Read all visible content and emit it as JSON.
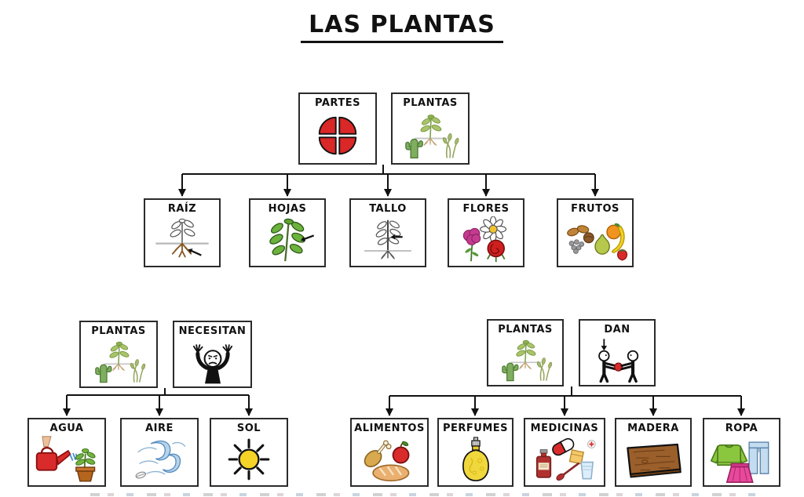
{
  "title": "LAS PLANTAS",
  "trees": {
    "parts": {
      "headers": [
        {
          "label": "PARTES",
          "icon": "four-quadrant-circle-icon"
        },
        {
          "label": "PLANTAS",
          "icon": "plants-icon"
        }
      ],
      "children": [
        {
          "label": "RAÍZ",
          "icon": "root-icon"
        },
        {
          "label": "HOJAS",
          "icon": "leaves-icon"
        },
        {
          "label": "TALLO",
          "icon": "stem-icon"
        },
        {
          "label": "FLORES",
          "icon": "flowers-icon"
        },
        {
          "label": "FRUTOS",
          "icon": "fruits-nuts-icon"
        }
      ]
    },
    "needs": {
      "headers": [
        {
          "label": "PLANTAS",
          "icon": "plants-icon"
        },
        {
          "label": "NECESITAN",
          "icon": "person-needing-icon"
        }
      ],
      "children": [
        {
          "label": "AGUA",
          "icon": "watering-can-plant-icon"
        },
        {
          "label": "AIRE",
          "icon": "wind-icon"
        },
        {
          "label": "SOL",
          "icon": "sun-icon"
        }
      ]
    },
    "gives": {
      "headers": [
        {
          "label": "PLANTAS",
          "icon": "plants-icon"
        },
        {
          "label": "DAN",
          "icon": "giving-figures-icon"
        }
      ],
      "children": [
        {
          "label": "ALIMENTOS",
          "icon": "food-icon"
        },
        {
          "label": "PERFUMES",
          "icon": "perfume-bottle-icon"
        },
        {
          "label": "MEDICINAS",
          "icon": "medicines-icon"
        },
        {
          "label": "MADERA",
          "icon": "wood-plank-icon"
        },
        {
          "label": "ROPA",
          "icon": "clothes-icon"
        }
      ]
    }
  },
  "colors": {
    "outline": "#111111",
    "pictogram_red": "#da2727",
    "leaf_green": "#6cb23c",
    "cactus_green": "#7fae5e",
    "sun_yellow": "#f5d327",
    "water_blue": "#4a90d9",
    "wind_blue": "#b8d4ea",
    "wood_brown": "#9a5f2b",
    "sweater_green": "#8bc63f",
    "jeans_blue": "#c3dcf0",
    "skirt_pink": "#e84a9b"
  }
}
